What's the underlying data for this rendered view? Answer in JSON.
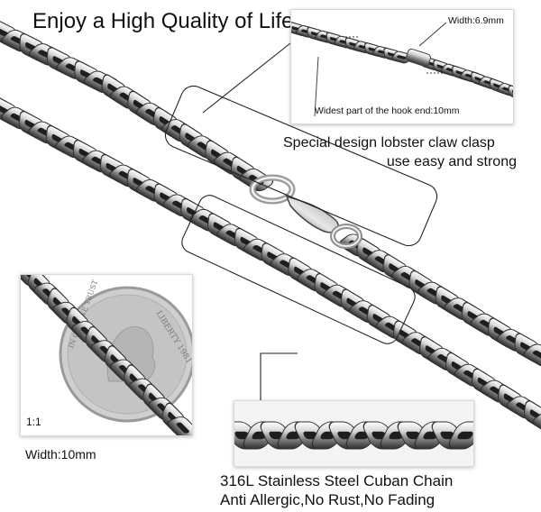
{
  "headline": "Enjoy a High Quality of Life",
  "inset_detail": {
    "width_label": "Width:6.9mm",
    "hook_label": "Widest part of the hook end:10mm"
  },
  "clasp_caption": {
    "line1": "Special design lobster claw clasp",
    "line2": "use easy and strong"
  },
  "coin_inset": {
    "scale_label": "1:1",
    "coin_text_top": "LIBERTY 1981",
    "coin_text_side": "IN GOD WE TRUST"
  },
  "width_caption": "Width:10mm",
  "material_caption": {
    "line1": "316L Stainless Steel Cuban Chain",
    "line2": "Anti Allergic,No Rust,No Fading"
  },
  "colors": {
    "steel_light": "#f4f4f4",
    "steel_mid": "#a9a9a9",
    "steel_dark": "#3a3a3a",
    "coin": "#c9c9c9",
    "callout_line": "#222222"
  }
}
